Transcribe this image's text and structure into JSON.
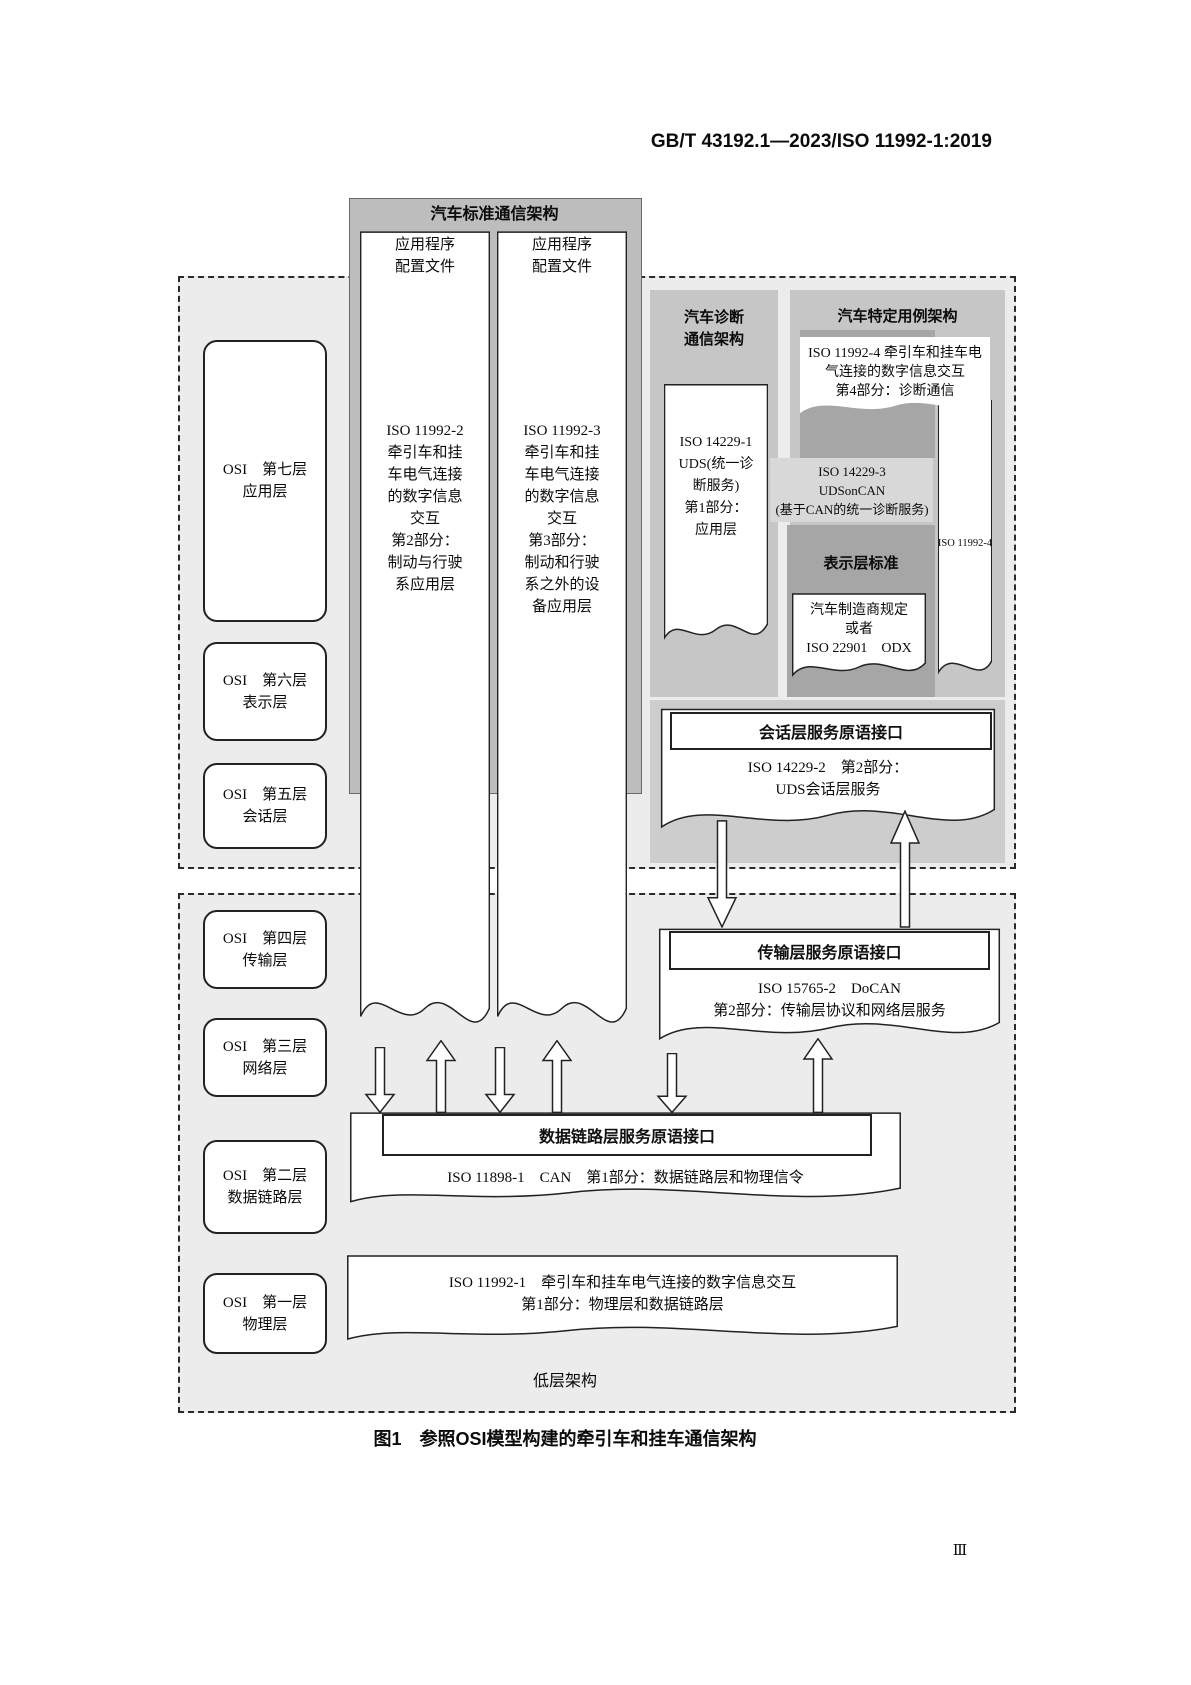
{
  "page": {
    "header": "GB/T 43192.1—2023/ISO 11992-1:2019",
    "caption": "图1　参照OSI模型构建的牵引车和挂车通信架构",
    "page_number": "Ⅲ",
    "lower_arch_label": "低层架构"
  },
  "colors": {
    "std_panel_gray": "#bdbdbd",
    "block_gray": "#c6c6c6",
    "dark_gray": "#a6a6a6",
    "band_gray": "#d8d8d8",
    "session_gray": "#cdcdcd",
    "dashed_region_fill": "#ececec"
  },
  "osi": {
    "layer7": "OSI　第七层\n应用层",
    "layer6": "OSI　第六层\n表示层",
    "layer5": "OSI　第五层\n会话层",
    "layer4": "OSI　第四层\n传输层",
    "layer3": "OSI　第三层\n网络层",
    "layer2": "OSI　第二层\n数据链路层",
    "layer1": "OSI　第一层\n物理层"
  },
  "standard_comm": {
    "title": "汽车标准通信架构",
    "profile_a_header": "应用程序\n配置文件",
    "profile_a_body": "ISO 11992-2\n牵引车和挂\n车电气连接\n的数字信息\n交互\n第2部分：\n制动与行驶\n系应用层",
    "profile_b_header": "应用程序\n配置文件",
    "profile_b_body": "ISO 11992-3\n牵引车和挂\n车电气连接\n的数字信息\n交互\n第3部分：\n制动和行驶\n系之外的设\n备应用层"
  },
  "diagnostic_comm": {
    "title": "汽车诊断\n通信架构",
    "uds_box": "ISO 14229-1\nUDS(统一诊\n断服务)\n第1部分：\n应用层"
  },
  "use_case": {
    "title": "汽车特定用例架构",
    "doc_11992_4": "ISO 11992-4 牵引车和挂车电\n气连接的数字信息交互\n第4部分：诊断通信",
    "udsoncan": "ISO 14229-3\nUDSonCAN\n(基于CAN的统一诊断服务)",
    "presentation_title": "表示层标准",
    "presentation_box": "汽车制造商规定\n或者\nISO 22901　ODX",
    "side_label": "ISO 11992-4"
  },
  "session": {
    "header": "会话层服务原语接口",
    "body": "ISO 14229-2　第2部分：\nUDS会话层服务"
  },
  "transport": {
    "header": "传输层服务原语接口",
    "body": "ISO 15765-2　DoCAN\n第2部分：传输层协议和网络层服务"
  },
  "datalink": {
    "header": "数据链路层服务原语接口",
    "body": "ISO 11898-1　CAN　第1部分：数据链路层和物理信令"
  },
  "physical": {
    "body": "ISO 11992-1　牵引车和挂车电气连接的数字信息交互\n第1部分：物理层和数据链路层"
  }
}
